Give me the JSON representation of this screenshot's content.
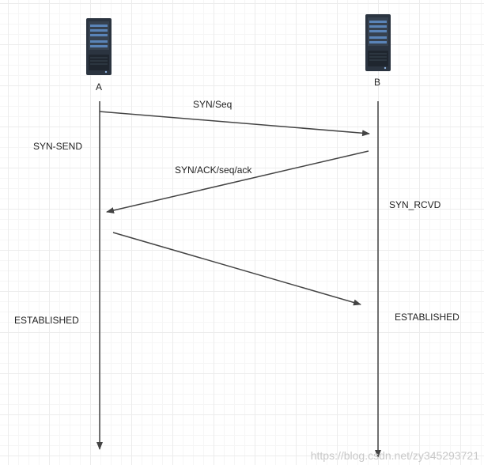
{
  "hosts": {
    "a_label": "A",
    "b_label": "B"
  },
  "messages": {
    "syn": "SYN/Seq",
    "synack": "SYN/ACK/seq/ack"
  },
  "states": {
    "a_syn_send": "SYN-SEND",
    "b_syn_rcvd": "SYN_RCVD",
    "a_established": "ESTABLISHED",
    "b_established": "ESTABLISHED"
  },
  "watermark": "https://blog.csdn.net/zy345293721",
  "icon": "server-icon",
  "colors": {
    "line": "#444444",
    "server_body": "#2b3440",
    "server_slot": "#5a84b8",
    "grid": "#ececec"
  }
}
